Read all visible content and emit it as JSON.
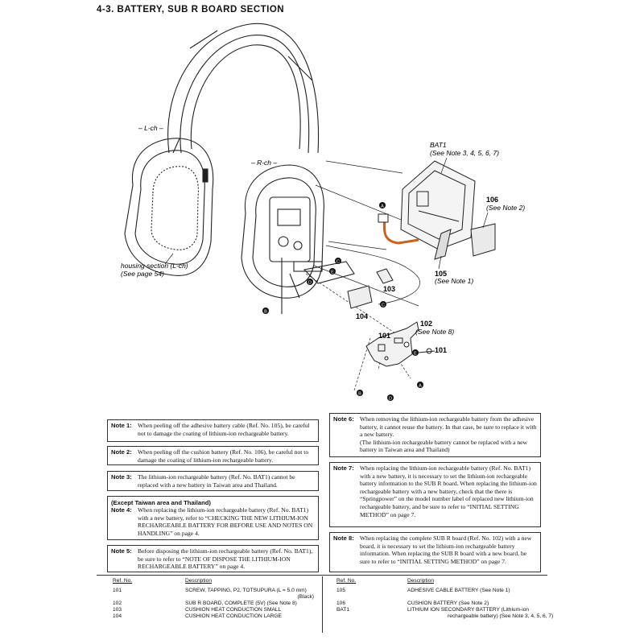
{
  "title": "4-3.   BATTERY, SUB R BOARD SECTION",
  "diagram": {
    "lch": "– L-ch –",
    "rch": "– R-ch –",
    "housing_line1": "housing section (L-ch)",
    "housing_line2": "(See page 54)",
    "bat1": "BAT1",
    "bat1_note": "(See Note 3, 4, 5, 6, 7)",
    "p106": "106",
    "p106_note": "(See Note 2)",
    "p105": "105",
    "p105_note": "(See Note 1)",
    "p103": "103",
    "p104": "104",
    "p102": "102",
    "p102_note": "(See Note 8)",
    "p101a": "101",
    "p101b": "101",
    "markers": [
      "A",
      "B",
      "C",
      "D",
      "E"
    ]
  },
  "notes": {
    "n1": {
      "label": "Note 1:",
      "text": "When peeling off the adhesive battery cable (Ref. No. 105), be careful not to damage the coating of lithium-ion rechargeable battery."
    },
    "n2": {
      "label": "Note 2:",
      "text": "When peeling off the cushion battery (Ref. No. 106), be careful not to damage the coating of lithium-ion rechargeable battery."
    },
    "n3": {
      "label": "Note 3:",
      "text": "The lithium-ion rechargeable battery (Ref. No. BAT1) cannot be replaced with a new battery in Taiwan area and Thailand."
    },
    "n4": {
      "heading": "(Except Taiwan area and Thailand)",
      "label": "Note 4:",
      "text": "When replacing the lithium-ion rechargeable battery (Ref. No. BAT1) with a new battery, refer to “CHECKING THE NEW LITHIUM-ION RECHARGEABLE BATTERY FOR BEFORE USE AND NOTES ON HANDLING” on page 4."
    },
    "n5": {
      "label": "Note 5:",
      "text": "Before disposing the lithium-ion rechargeable battery (Ref. No. BAT1), be sure to refer to “NOTE OF DISPOSE THE LITHIUM-ION RECHARGEABLE BATTERY” on page 4."
    },
    "n6": {
      "label": "Note 6:",
      "text": "When removing the lithium-ion rechargeable battery from the adhesive battery, it cannot reuse the battery. In that case, be sure to replace it with a new battery.",
      "text2": "(The lithium-ion rechargeable battery cannot be replaced with a new battery in Taiwan area and Thailand)"
    },
    "n7": {
      "label": "Note 7:",
      "text": "When replacing the lithium-ion rechargeable battery (Ref. No. BAT1) with a new battery, it is necessary to set the lithium-ion rechargeable battery information to the SUB R board. When replacing the lithium-ion rechargeable battery with a new battery, check that the there is “Springpower” on the model number label of replaced new lithium-ion rechargeable battery, and be sure to refer to “INITIAL SETTING METHOD” on page 7."
    },
    "n8": {
      "label": "Note 8:",
      "text": "When replacing the complete SUB R board (Ref. No. 102) with a new board, it is necessary to set the lithium-ion rechargeable battery information. When replacing the SUB R board with a new board, be sure to refer to “INITIAL SETTING METHOD” on page 7."
    }
  },
  "parts": {
    "header_ref": "Ref. No.",
    "header_desc": "Description",
    "left": [
      {
        "ref": "101",
        "desc": "SCREW, TAPPING, P2, TOTSUPURA (L = 5.0 mm)",
        "desc2": "(Black)"
      },
      {
        "ref": "102",
        "desc": "SUB R BOARD, COMPLETE (5V) (See Note 8)",
        "desc2": ""
      },
      {
        "ref": "103",
        "desc": "CUSHION HEAT CONDUCTION SMALL",
        "desc2": ""
      },
      {
        "ref": "104",
        "desc": "CUSHION HEAT CONDUCTION LARGE",
        "desc2": ""
      }
    ],
    "right": [
      {
        "ref": "105",
        "desc": "ADHESIVE CABLE BATTERY (See Note 1)",
        "desc2": ""
      },
      {
        "ref": "106",
        "desc": "CUSHION BATTERY (See Note 2)",
        "desc2": ""
      },
      {
        "ref": "BAT1",
        "desc": "LITHIUM ION SECONDARY BATTERY (Lithium-ion",
        "desc2": "rechargeable battery) (See Note 3, 4, 5, 6, 7)"
      }
    ]
  }
}
